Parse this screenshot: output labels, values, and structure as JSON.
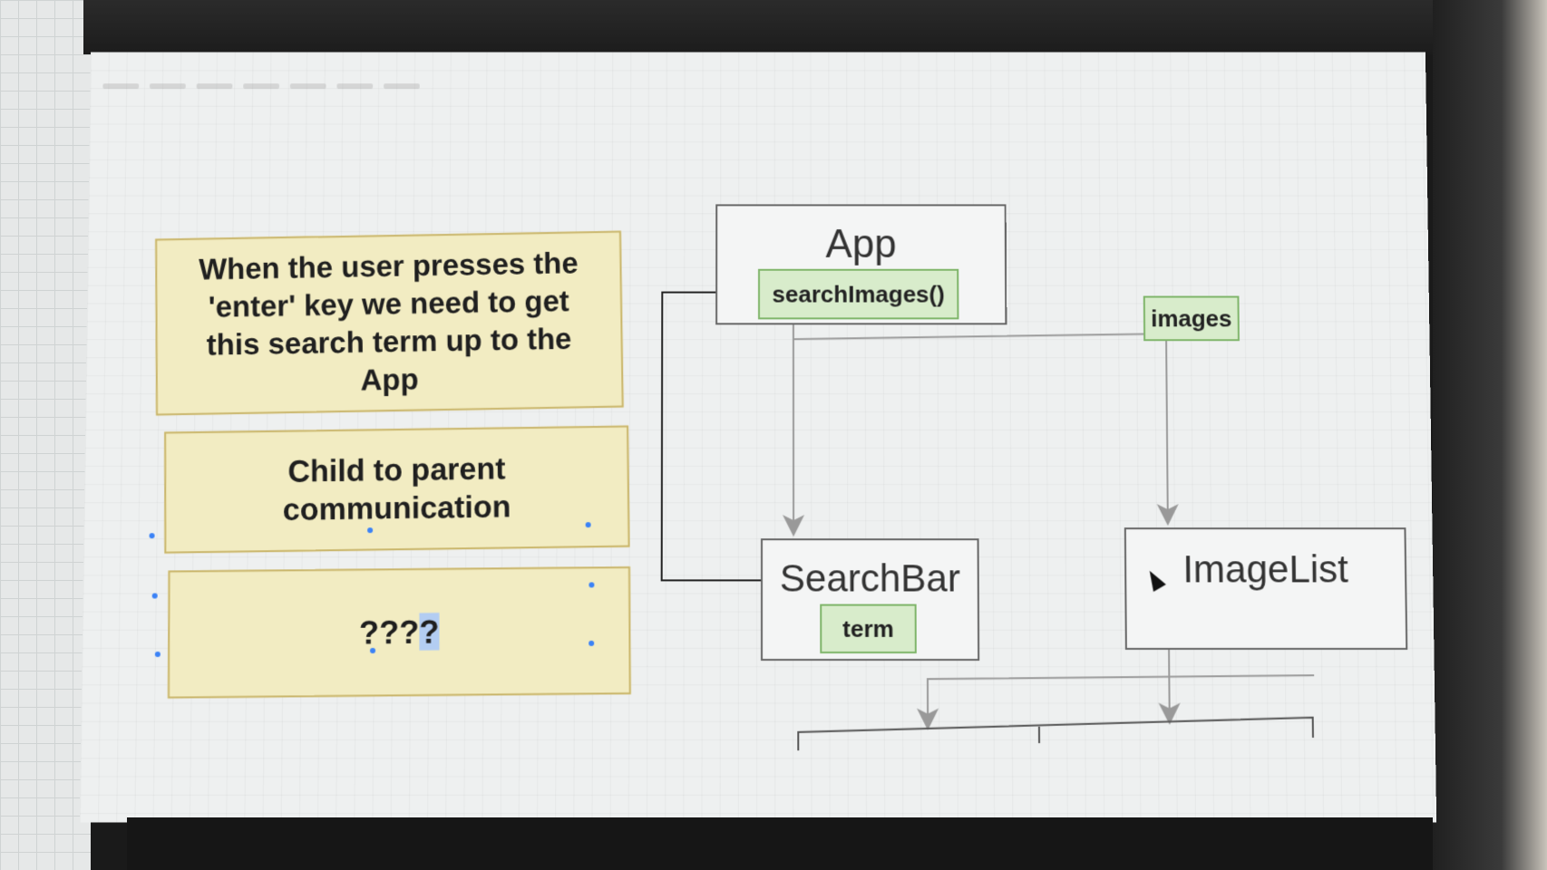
{
  "notes": {
    "note1_lines": [
      "When the user presses the",
      "'enter' key we need to get",
      "this search term up to the",
      "App"
    ],
    "note2_lines": [
      "Child to parent",
      "communication"
    ],
    "note3_text": "???",
    "note3_selected": "?"
  },
  "components": {
    "app": "App",
    "searchbar": "SearchBar",
    "imagelist": "ImageList"
  },
  "props": {
    "search_images": "searchImages()",
    "images": "images",
    "term": "term"
  },
  "colors": {
    "note_fill": "#f2ecc2",
    "note_border": "#c9b56a",
    "prop_fill": "#d8eccb",
    "prop_border": "#7fb56a",
    "component_border": "#666666"
  }
}
